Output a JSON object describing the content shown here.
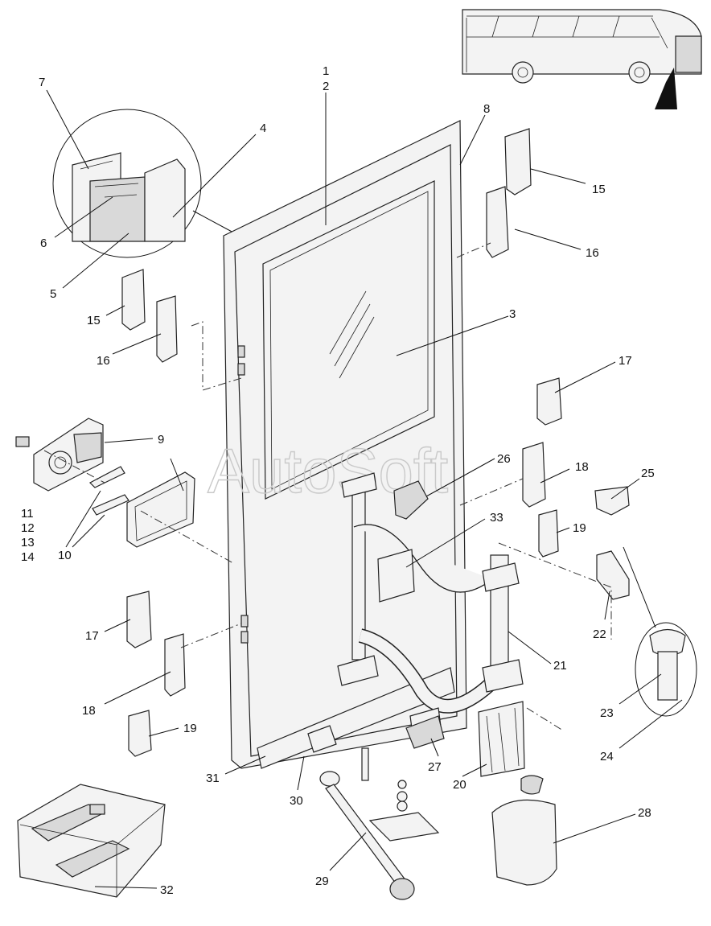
{
  "watermark": "AutoSoft",
  "callouts": [
    {
      "id": "c1",
      "text": "1"
    },
    {
      "id": "c2",
      "text": "2"
    },
    {
      "id": "c3",
      "text": "3"
    },
    {
      "id": "c4",
      "text": "4"
    },
    {
      "id": "c5",
      "text": "5"
    },
    {
      "id": "c6",
      "text": "6"
    },
    {
      "id": "c7",
      "text": "7"
    },
    {
      "id": "c8",
      "text": "8"
    },
    {
      "id": "c9",
      "text": "9"
    },
    {
      "id": "c10",
      "text": "10"
    },
    {
      "id": "c11",
      "text": "11"
    },
    {
      "id": "c12",
      "text": "12"
    },
    {
      "id": "c13",
      "text": "13"
    },
    {
      "id": "c14",
      "text": "14"
    },
    {
      "id": "c15a",
      "text": "15"
    },
    {
      "id": "c15b",
      "text": "15"
    },
    {
      "id": "c16a",
      "text": "16"
    },
    {
      "id": "c16b",
      "text": "16"
    },
    {
      "id": "c17a",
      "text": "17"
    },
    {
      "id": "c17b",
      "text": "17"
    },
    {
      "id": "c18a",
      "text": "18"
    },
    {
      "id": "c18b",
      "text": "18"
    },
    {
      "id": "c19a",
      "text": "19"
    },
    {
      "id": "c19b",
      "text": "19"
    },
    {
      "id": "c20",
      "text": "20"
    },
    {
      "id": "c21",
      "text": "21"
    },
    {
      "id": "c22",
      "text": "22"
    },
    {
      "id": "c23",
      "text": "23"
    },
    {
      "id": "c24",
      "text": "24"
    },
    {
      "id": "c25",
      "text": "25"
    },
    {
      "id": "c26",
      "text": "26"
    },
    {
      "id": "c27",
      "text": "27"
    },
    {
      "id": "c28",
      "text": "28"
    },
    {
      "id": "c29",
      "text": "29"
    },
    {
      "id": "c30",
      "text": "30"
    },
    {
      "id": "c31",
      "text": "31"
    },
    {
      "id": "c32",
      "text": "32"
    },
    {
      "id": "c33",
      "text": "33"
    }
  ]
}
